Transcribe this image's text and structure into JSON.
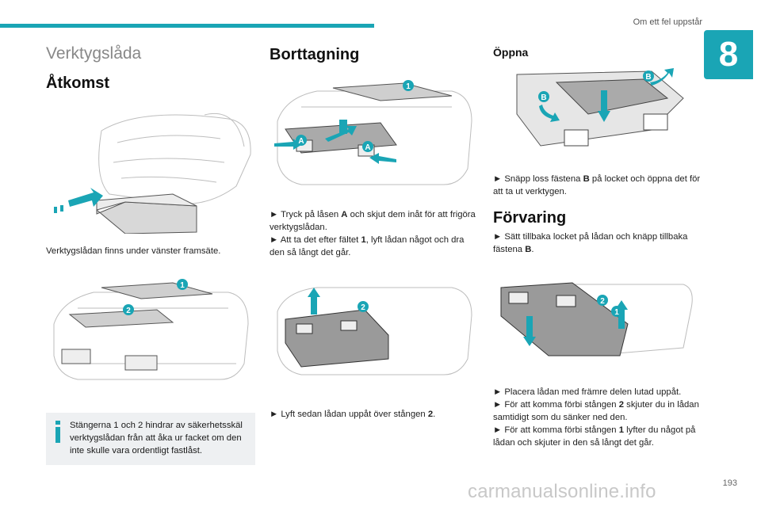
{
  "header": {
    "chapter_title": "Om ett fel uppstår",
    "chapter_number": "8"
  },
  "col1": {
    "section_title": "Verktygslåda",
    "access_heading": "Åtkomst",
    "access_text": "Verktygslådan finns under vänster framsäte.",
    "note_text": "Stängerna 1 och 2 hindrar av säkerhetsskäl verktygslådan från att åka ur facket om den inte skulle vara ordentligt fastlåst.",
    "note_icon": "info-icon"
  },
  "col2": {
    "heading": "Borttagning",
    "step1_a": "► Tryck på låsen ",
    "step1_bold": "A",
    "step1_b": " och skjut dem inåt för att frigöra verktygslådan.",
    "step2_a": "► Att ta det efter fältet ",
    "step2_bold": "1",
    "step2_b": ", lyft lådan något och dra den så långt det går.",
    "step3_a": "► Lyft sedan lådan uppåt över stången ",
    "step3_bold": "2",
    "step3_b": "."
  },
  "col3": {
    "open_heading": "Öppna",
    "open_a": "► Snäpp loss fästena ",
    "open_bold": "B",
    "open_b": " på locket och öppna det för att ta ut verktygen.",
    "storage_heading": "Förvaring",
    "storage_a": "► Sätt tillbaka locket på lådan och knäpp tillbaka fästena ",
    "storage_bold": "B",
    "storage_b": ".",
    "place1": "► Placera lådan med främre delen lutad uppåt.",
    "place2_a": "► För att komma förbi stången ",
    "place2_bold": "2",
    "place2_b": " skjuter du in lådan samtidigt som du sänker ned den.",
    "place3_a": "► För att komma förbi stången ",
    "place3_bold": "1",
    "place3_b": " lyfter du något på lådan och skjuter in den så långt det går."
  },
  "labels": {
    "one": "1",
    "two": "2",
    "A": "A",
    "B": "B"
  },
  "footer": {
    "page_number": "193",
    "watermark": "carmanualsonline.info"
  },
  "colors": {
    "accent": "#1aa5b5",
    "callout_bg": "#eef0f2"
  }
}
